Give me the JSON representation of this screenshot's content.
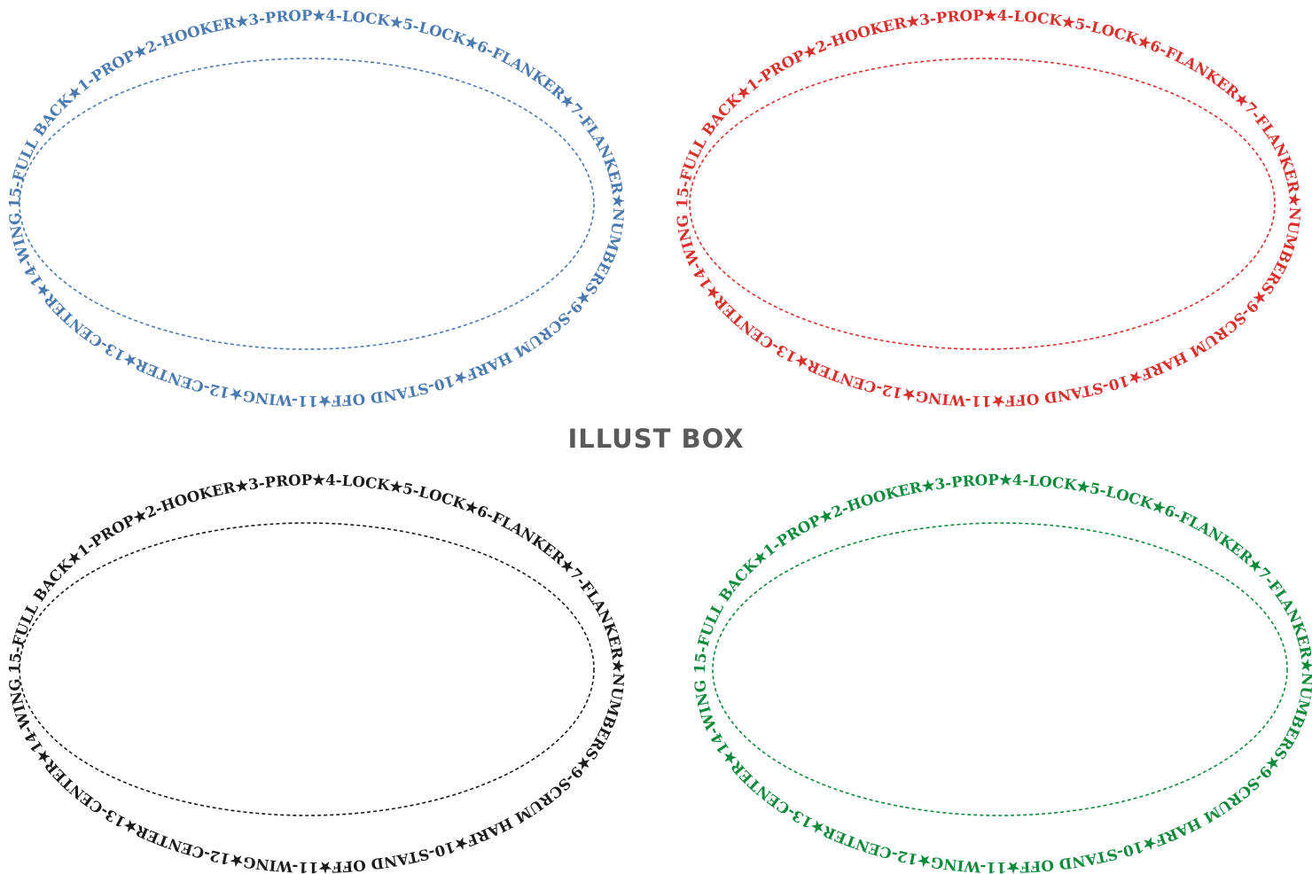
{
  "watermark": "ILLUST BOX",
  "frames": [
    {
      "name": "blue",
      "color": "#4b7ab0",
      "text": "15-FULL BACK★1-PROP★2-HOOKER★3-PROP★4-LOCK★5-LOCK★6-FLANKER★7-FLANKER★NUMBERS★9-SCRUM HARF★10-STAND OFF★11-WING★12-CENTER★13-CENTER★14-WING★"
    },
    {
      "name": "red",
      "color": "#d9302c",
      "text": "15-FULL BACK★1-PROP★2-HOOKER★3-PROP★4-LOCK★5-LOCK★6-FLANKER★7-FLANKER★NUMBERS★9-SCRUM HARF★10-STAND OFF★11-WING★12-CENTER★13-CENTER★14-WING★"
    },
    {
      "name": "black",
      "color": "#1a1a1a",
      "text": "15-FULL BACK★1-PROP★2-HOOKER★3-PROP★4-LOCK★5-LOCK★6-FLANKER★7-FLANKER★NUMBERS★9-SCRUM HARF★10-STAND OFF★11-WING★12-CENTER★13-CENTER★14-WING★"
    },
    {
      "name": "green",
      "color": "#0e8a3c",
      "text": "15-FULL BACK★1-PROP★2-HOOKER★3-PROP★4-LOCK★5-LOCK★6-FLANKER★7-FLANKER★NUMBERS★9-SCRUM HARF★10-STAND OFF★11-WING★12-CENTER★13-CENTER★14-WING★"
    }
  ]
}
